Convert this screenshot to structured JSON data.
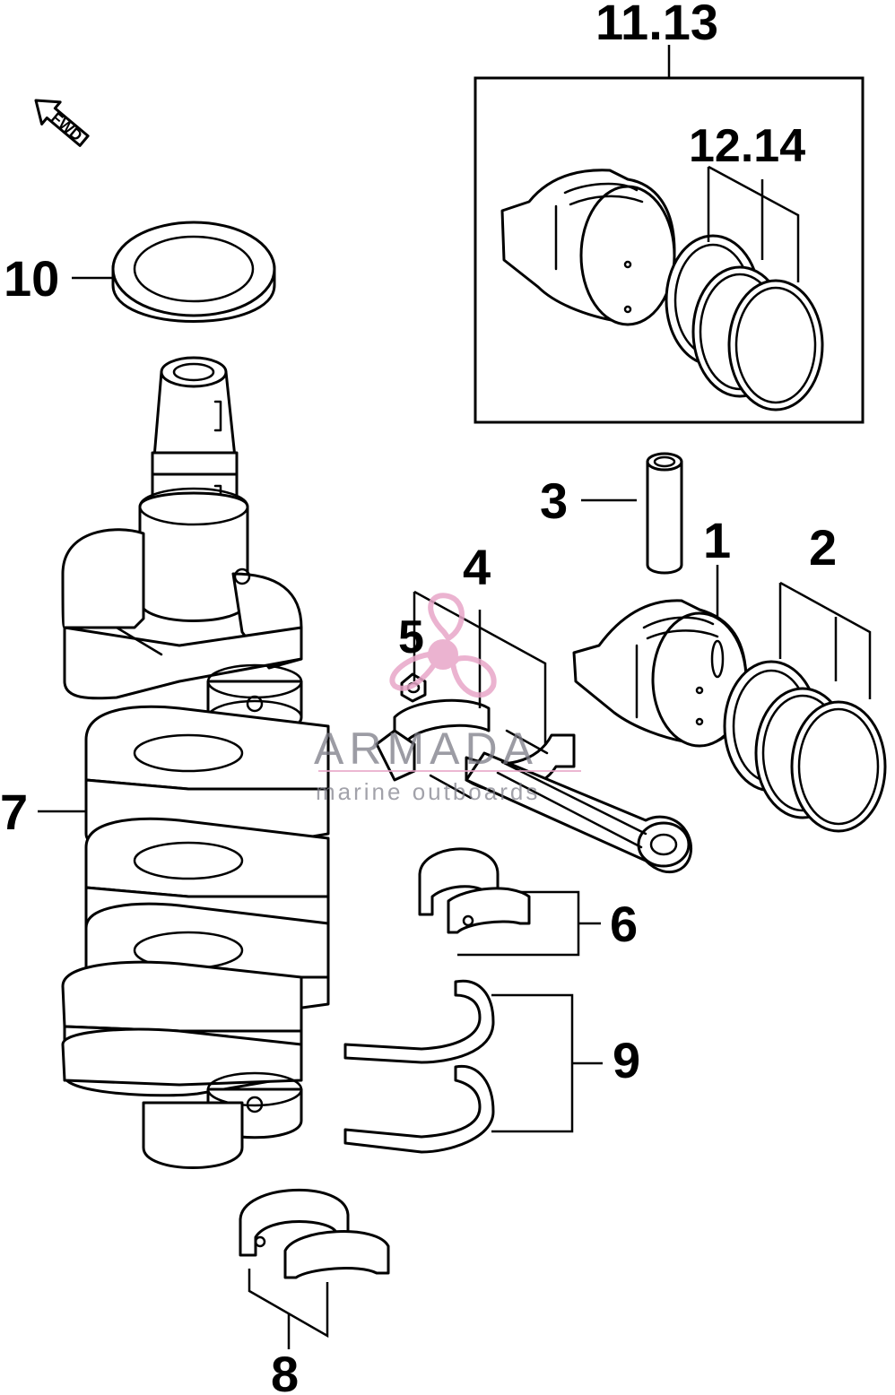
{
  "diagram": {
    "callouts": {
      "c1": "1",
      "c2": "2",
      "c3": "3",
      "c4": "4",
      "c5": "5",
      "c6": "6",
      "c7": "7",
      "c8": "8",
      "c9": "9",
      "c10": "10",
      "c11_13": "11.13",
      "c12_14": "12.14"
    },
    "fwd_label": "FWD",
    "watermark": {
      "brand": "ARMADA",
      "tagline": "marine outboards",
      "accent_color": "#e8a6c8"
    },
    "line_color": "#000000",
    "background_color": "#ffffff"
  }
}
